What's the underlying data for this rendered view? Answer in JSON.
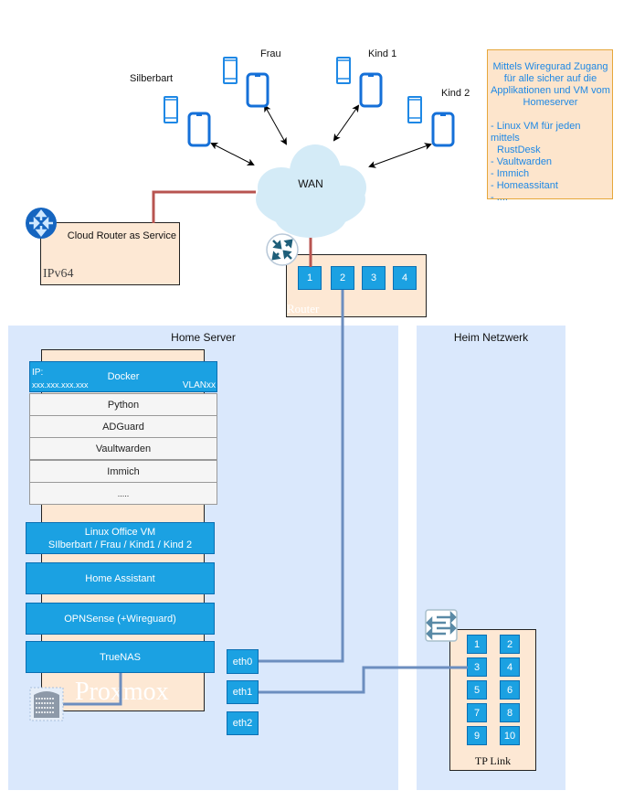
{
  "devices": [
    {
      "label": "Silberbart"
    },
    {
      "label": "Frau"
    },
    {
      "label": "Kind 1"
    },
    {
      "label": "Kind 2"
    }
  ],
  "note": {
    "intro": "Mittels Wiregurad Zugang für alle sicher auf die Applikationen und VM vom Homeserver",
    "items": [
      "- Linux VM für jeden mittels",
      "  RustDesk",
      "- Vaultwarden",
      "- Immich",
      "- Homeassitant",
      "- ...."
    ]
  },
  "wan": {
    "label": "WAN"
  },
  "cloud_router": {
    "label": "Cloud Router as Service",
    "sublabel": "IPv64",
    "icon": "router-icon"
  },
  "router": {
    "label": "Router",
    "ports": [
      "1",
      "2",
      "3",
      "4"
    ],
    "icon": "router-icon"
  },
  "home_server": {
    "title": "Home Server",
    "docker": {
      "label": "Docker",
      "ip_label": "IP:",
      "ip_value": "xxx.xxx.xxx.xxx",
      "vlan": "VLANxx"
    },
    "containers": [
      "Python",
      "ADGuard",
      "Vaultwarden",
      "Immich",
      "....."
    ],
    "vms": [
      "Linux Office VM",
      "Home Assistant",
      "OPNSense (+Wireguard)",
      "TrueNAS"
    ],
    "vm_linux_sub": "SIlberbart / Frau / Kind1 / Kind 2",
    "hypervisor": "Proxmox",
    "nics": [
      "eth0",
      "eth1",
      "eth2"
    ]
  },
  "heim_netzwerk": {
    "title": "Heim Netzwerk",
    "switch": {
      "label": "TP Link",
      "ports": [
        "1",
        "2",
        "3",
        "4",
        "5",
        "6",
        "7",
        "8",
        "9",
        "10"
      ],
      "icon": "switch-icon"
    }
  },
  "colors": {
    "panel": "#dae8fc",
    "box": "#1ba1e2",
    "peach": "#fde8d4",
    "wan_link": "#b85450",
    "lan_link": "#6c8ebf",
    "note_text": "#1e88e5",
    "note_border": "#e6a73a"
  }
}
